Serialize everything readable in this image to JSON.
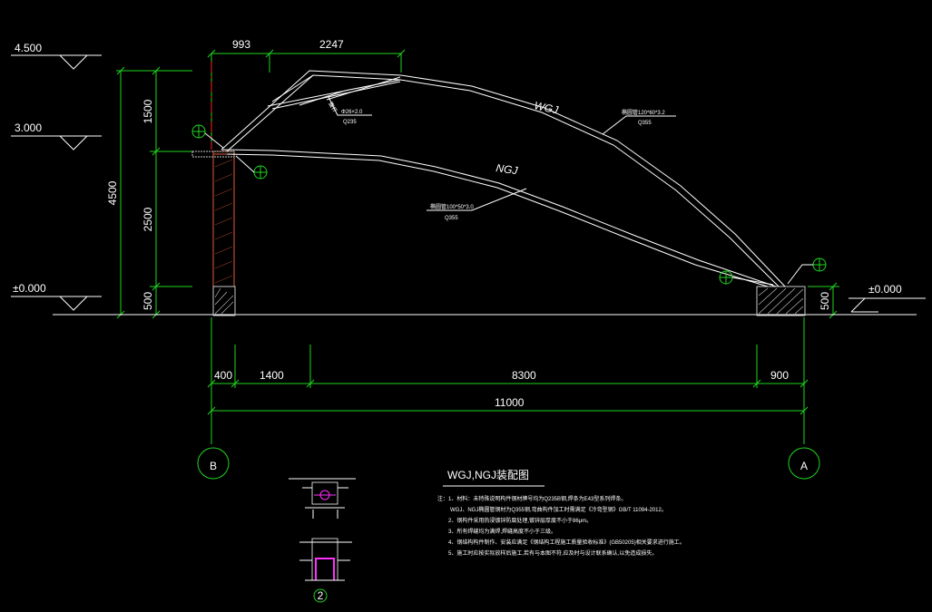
{
  "colors": {
    "background": "#000000",
    "line": "#ffffff",
    "dimension": "#1fd61f",
    "axis_line": "#ff2020",
    "column": "#e05a3a",
    "hatch": "#c8c8c8",
    "detail_magenta": "#ff30ff"
  },
  "title": "WGJ,NGJ装配图",
  "elevations": {
    "e1": "4.500",
    "e2": "3.000",
    "e3": "±0.000",
    "e4": "±0.000"
  },
  "left_dims": {
    "total": "4500",
    "d1": "1500",
    "d2": "2500",
    "d3": "500"
  },
  "right_dim": "500",
  "top_dims": {
    "a": "993",
    "b": "2247"
  },
  "bottom_dims": {
    "a": "400",
    "b": "1400",
    "c": "8300",
    "d": "900",
    "total": "11000"
  },
  "axes": {
    "left": "B",
    "right": "A"
  },
  "member_labels": {
    "outer": "WGJ",
    "inner": "NGJ"
  },
  "callouts": {
    "web_small": "腹杆",
    "web_spec": "Φ26×2.0",
    "web_mat": "Q235",
    "outer_spec": "椭圆管120*60*3.2",
    "outer_mat": "Q355",
    "inner_spec": "椭圆管100*50*3.0",
    "inner_mat": "Q355"
  },
  "detail_ref": "2",
  "notes": [
    "注：1、材料：未特殊说明构件钢材牌号均为Q235B钢,焊条为E43型系列焊条。",
    "WGJ、NGJ椭圆管钢材为Q355钢,弯曲构件加工时需满足《冷弯型钢》GB/T 11094-2012。",
    "2、钢构件采用热浸镀锌防腐处理,镀锌层厚度不小于86μm。",
    "3、所有焊缝均为满焊,焊缝高度不小于三级。",
    "4、钢结构构件制作、安装应满足《钢结构工程施工质量验收标准》(GB50205)相关要求进行施工。",
    "5、施工时应按实际放样后施工,若有与本图不符,应及时与设计联系确认,以免造成损失。"
  ]
}
